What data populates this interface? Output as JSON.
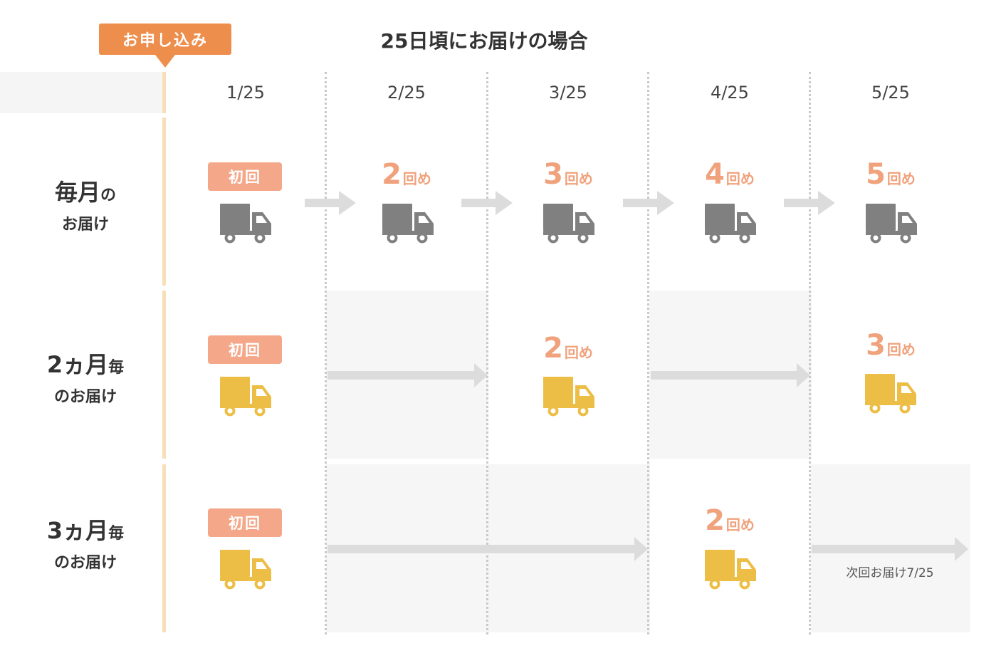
{
  "header": {
    "apply_label": "お申し込み",
    "title": "25日頃にお届けの場合"
  },
  "dates": [
    "1/25",
    "2/25",
    "3/25",
    "4/25",
    "5/25"
  ],
  "rows": {
    "monthly": {
      "label_big": "毎月",
      "label_small": "の",
      "label_line2": "お届け",
      "truck_color": "#808080",
      "first_label": "初回",
      "counts": [
        {
          "num": "2",
          "suffix": "回め"
        },
        {
          "num": "3",
          "suffix": "回め"
        },
        {
          "num": "4",
          "suffix": "回め"
        },
        {
          "num": "5",
          "suffix": "回め"
        }
      ]
    },
    "bimonthly": {
      "label_big": "2ヵ月",
      "label_small": "毎",
      "label_line2": "のお届け",
      "truck_color": "#ecbe45",
      "first_label": "初回",
      "counts": [
        {
          "num": "2",
          "suffix": "回め"
        },
        {
          "num": "3",
          "suffix": "回め"
        }
      ]
    },
    "trimonthly": {
      "label_big": "3ヵ月",
      "label_small": "毎",
      "label_line2": "のお届け",
      "truck_color": "#ecbe45",
      "first_label": "初回",
      "counts": [
        {
          "num": "2",
          "suffix": "回め"
        }
      ],
      "next_note": "次回お届け7/25"
    }
  },
  "colors": {
    "accent_orange": "#ee8e4c",
    "badge_pink": "#f5a789",
    "count_text": "#f0a27c",
    "arrow_gray": "#dcdcdc",
    "truck_gray": "#808080",
    "truck_yellow": "#ecbe45"
  },
  "icons": {
    "truck": "truck-icon",
    "arrow": "arrow-right-icon",
    "pointer": "pointer-down-icon"
  }
}
